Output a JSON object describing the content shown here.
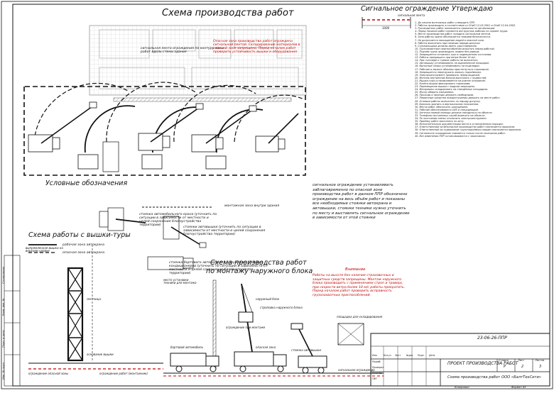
{
  "titles": {
    "main": "Схема производства работ",
    "signal_fence": "Сигнальное ограждение",
    "approve": "Утверждаю",
    "legend": "Условные обозначения",
    "climb_scheme": "Схема работы с вышки-туры",
    "outdoor_unit_title_1": "Схема производства работ",
    "outdoor_unit_title_2": "по монтажу наружного блока"
  },
  "signal_fence": {
    "label": "сигнальная лента",
    "dim": "1000"
  },
  "plan_notes": {
    "mount_zone": "сигнальная лента ограждения по контуру зоны работ вдоль стены здания",
    "work_area_note": "Опасная зона производства работ ограждена сигнальной лентой. Складирование материалов в опасной зоне запрещено. Перед началом работ проверить устойчивость вышки и оборудования."
  },
  "legend": {
    "inner_zone": "монтажная зона внутри здания",
    "crane_parking": "стоянка автомобильного крана (уточнить по ситуации в зависимости от местности и целей сохранения благоустройства территории)",
    "lift_parking": "стоянки автовышки (уточнить по ситуации в зависимости от местности и целей сохранения благоустройства территории)",
    "work_zone": "рабочая зона автокрана",
    "danger_zone": "опасная зона автокрана",
    "truck_parking": "стоянка бортового автомобиля с наружными блоками кондиционеров (уточнить по ситуации в зависимости от местности и целей сохранения благоустройства территории)"
  },
  "fence_note": "сигнальное ограждение устанавливать заблаговременно по опасной зоне производства работ в данном ППР обозначено ограждение на весь объём работ и показаны все необходимые стоянки автокрана и автовышки, стоянки техники нужно уточнить по месту и выставлять сигнальное ограждение в зависимости от этой стоянки",
  "warning": {
    "head": "Внимание",
    "body": "Работы на высоте без наличия страховочных и защитных средств запрещены. Монтаж наружного блока производить с применением строп и траверс, при скорости ветра более 10 м/с работы прекратить. Перед началом работ проверить исправность грузозахватных приспособлений."
  },
  "outdoor_scheme": {
    "label_road": "место установки техники для монтажа",
    "label_block": "наружный блок",
    "label_fence": "сигнальное ограждение",
    "label_danger": "опасная зона",
    "label_parking": "стоянка автовышки",
    "label_truck": "бортовой автомобиль",
    "label_window": "ограждение при монтаже",
    "label_sling": "строповка наружного блока",
    "label_area": "площадка для складирования"
  },
  "climb": {
    "label_top": "выпрямленная вышка на верхнем уровне",
    "label_ladder": "лестница",
    "label_ground": "основание вышки",
    "label_bottom_left": "ограждение опасной зоны",
    "label_bottom_right": "ограждение работ (монтажник)"
  },
  "title_block": {
    "date": "23-06-26-ППР",
    "project": "ПРОЕКТ ПРОИЗВОДСТВА РАБОТ",
    "sheet_name": "Схема производства работ",
    "company": "ООО «БалтТехСети»",
    "stage_head": "Стадия",
    "sheet_head": "Лист",
    "sheets_head": "Листов",
    "stage": "Р",
    "sheet": "2",
    "sheets": "3",
    "format": "Формат А3",
    "copied": "Копировал",
    "change_cols": [
      "Изм.",
      "Кол.уч",
      "Лист",
      "№док",
      "Подп.",
      "Дата"
    ],
    "roles": [
      "Разраб.",
      "Проверил",
      "Н.контр.",
      "ГИП"
    ],
    "side_labels": [
      "Инв. № подл.",
      "Подп. и дата",
      "Взам. инв. №",
      "Согласовано"
    ]
  },
  "colors": {
    "line": "#111111",
    "red": "#c00000",
    "building": "#9a9a9a",
    "hatch": "#555555"
  },
  "approval_notes": [
    "1. До начала монтажных работ утвердить ППР.",
    "2. Работы производить в соответствии со СНиП 12-03-2001 и СНиП 12-04-2002.",
    "3. Руководитель работ назначается приказом по организации.",
    "4. Перед началом работ провести инструктаж рабочих по охране труда.",
    "5. Место производства работ оградить сигнальной лентой.",
    "6. Зона работы крана обозначается знаками безопасности.",
    "7. Не допускается нахождение людей в опасной зоне.",
    "8. Работы выполнять при наличии наряда-допуска.",
    "9. Стропальщики должны иметь удостоверения.",
    "10. Грузозахватные приспособления испытать перед работой.",
    "11. Подъём груза производить плавно без рывков.",
    "12. Запрещается оставлять груз в подвешенном состоянии.",
    "13. Работы прекращать при ветре более 10 м/с.",
    "14. При гололёде и тумане работы не выполнять.",
    "15. Автовышку устанавливать на выровненной площадке.",
    "16. Выносные опоры устанавливать на подкладки.",
    "17. Рабочие в люльке обязаны пристегнуться страховкой.",
    "18. Запрещается перегружать люльку подъёмника.",
    "19. Электроинструмент проверять перед выдачей.",
    "20. Монтаж внутренних блоков выполнять с подмостей.",
    "21. Вышка-тура устанавливается на ровное основание.",
    "22. Колёса вышки фиксировать тормозами.",
    "23. Перемещение вышки с людьми запрещено.",
    "24. Материалы складировать на отведённых площадках.",
    "25. Мусор убирать ежедневно.",
    "26. Проходы и проезды держать свободными.",
    "27. Первичные средства пожаротушения держать на месте работ.",
    "28. Огневые работы выполнять по наряду-допуску.",
    "29. Баллоны хранить в вертикальном положении.",
    "30. Места работ обеспечить освещением.",
    "31. Рабочие обеспечиваются СИЗ и спецодеждой.",
    "32. Аптечка первой помощи должна находиться на объекте.",
    "33. Телефоны экстренных служб вывесить на объекте.",
    "34. По окончании смены отключить электроинструмент.",
    "35. Приёмку работ выполнять по акту.",
    "36. Исполнительную документацию вести в установленном порядке.",
    "37. Ответственный за безопасное производство работ назначается приказом.",
    "38. Ответственный за содержание грузоподъёмных машин назначается приказом.",
    "39. Сигнальное ограждение снимается только после окончания работ.",
    "40. Все изменения ППР согласовываются с заказчиком."
  ]
}
